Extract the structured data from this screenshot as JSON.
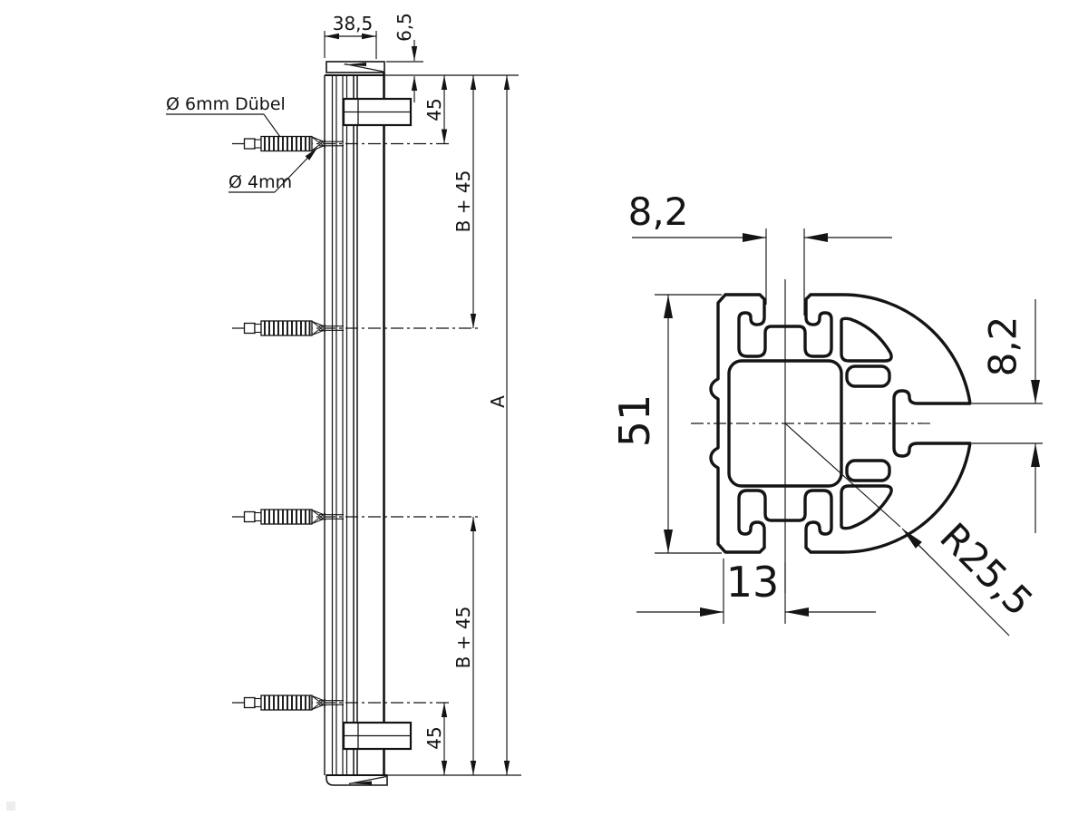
{
  "side_view": {
    "labels": {
      "dowel_label": "Ø 6mm Dübel",
      "screw_label": "Ø 4mm"
    },
    "dimensions": {
      "cap_width": "38,5",
      "cap_offset": "6,5",
      "top_hole_offset": "45",
      "upper_hole_span": "B + 45",
      "overall_length": "A",
      "lower_hole_span": "B + 45",
      "bottom_hole_offset": "45"
    }
  },
  "section_view": {
    "dimensions": {
      "top_slot_width": "8,2",
      "side_slot_width": "8,2",
      "profile_height": "51",
      "wall_to_center": "13",
      "corner_radius": "R25,5"
    }
  },
  "colors": {
    "line": "#141414",
    "background": "#ffffff"
  }
}
